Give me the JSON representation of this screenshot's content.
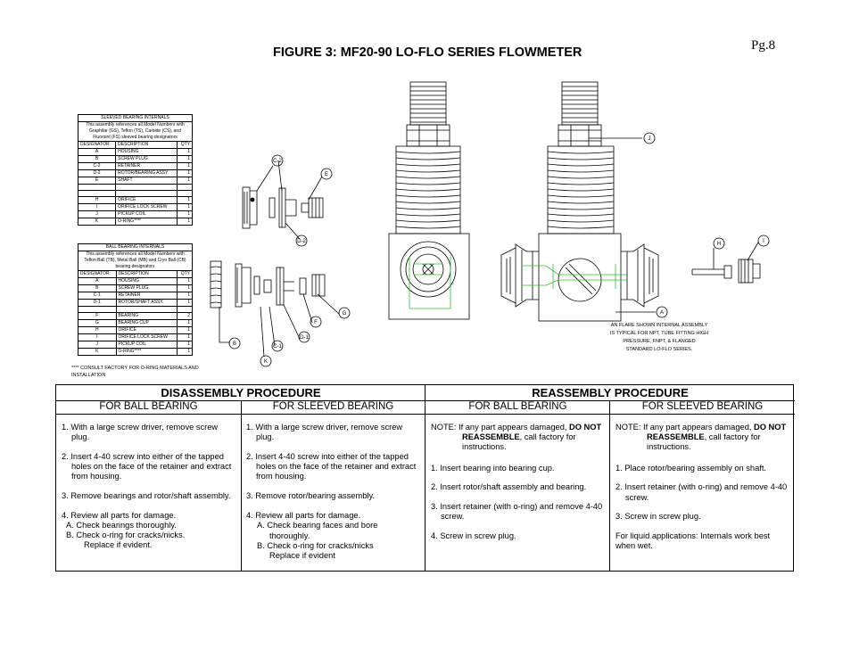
{
  "header": {
    "title": "FIGURE 3: MF20-90 LO-FLO SERIES FLOWMETER",
    "page_number": "Pg.8"
  },
  "sleeved_table": {
    "title": "SLEEVED BEARING INTERNALS",
    "note": "This assembly references all Model Numbers with Graphitar (GS), Teflon (TS), Carbide (CS), and Fluoroint (FS) sleeved bearing designators",
    "columns": [
      "DESIGNATOR",
      "DESCRIPTION",
      "QTY"
    ],
    "rows": [
      [
        "A",
        "HOUSING",
        "1"
      ],
      [
        "B",
        "SCREW PLUG",
        "1"
      ],
      [
        "C-2",
        "RETAINER",
        "1"
      ],
      [
        "D-2",
        "ROTOR/BEARING ASSY",
        "1"
      ],
      [
        "E",
        "SHAFT",
        "1"
      ],
      [
        "",
        "",
        ""
      ],
      [
        "",
        "",
        ""
      ],
      [
        "H",
        "ORIFICE",
        "1"
      ],
      [
        "I",
        "ORIFICE LOCK SCREW",
        "1"
      ],
      [
        "J",
        "PICKUP COIL",
        "1"
      ],
      [
        "K",
        "O-RING****",
        "1"
      ]
    ]
  },
  "ball_table": {
    "title": "BALL BEARING INTERNALS",
    "note": "This assembly references all Model Numbers with Teflon Ball (TB), Metal Ball (MB) and Cryo Ball (CB) bearing designators",
    "columns": [
      "DESIGNATOR",
      "DESCRIPTION",
      "QTY"
    ],
    "rows": [
      [
        "A",
        "HOUSING",
        "1"
      ],
      [
        "B",
        "SCREW PLUG",
        "1"
      ],
      [
        "C-1",
        "RETAINER",
        "1"
      ],
      [
        "D-1",
        "ROTOR/SHAFT ASSY.",
        "1"
      ],
      [
        "",
        "",
        ""
      ],
      [
        "F",
        "BEARING",
        "2"
      ],
      [
        "G",
        "BEARING CUP",
        "1"
      ],
      [
        "H",
        "ORIFICE",
        "1"
      ],
      [
        "I",
        "ORIFICE LOCK SCREW",
        "1"
      ],
      [
        "J",
        "PICKUP COIL",
        "1"
      ],
      [
        "K",
        "O-RING****",
        "1"
      ]
    ]
  },
  "consult_note": "**** CONSULT FACTORY FOR O-RING MATERIALS AND INSTALLATION",
  "callouts": {
    "c2": "C-2",
    "e": "E",
    "d2": "D-2",
    "f": "F",
    "g": "G",
    "d1": "D-1",
    "b": "B",
    "c1": "C-1",
    "k": "K",
    "j": "J",
    "a": "A",
    "h": "H",
    "i": "I"
  },
  "an_note": "AN FLARE SHOWN INTERNAL ASSEMBLY IS TYPICAL FOR NPT, TUBE FITTING HIGH PRESSURE, FNPT, & FLANGED STANDARD LO-FLO SERIES.",
  "procedures": {
    "disassembly": {
      "title": "DISASSEMBLY PROCEDURE",
      "ball": {
        "label": "FOR BALL BEARING",
        "s1": "1. With a large screw driver, remove screw plug.",
        "s2": "2. Insert 4-40 screw into either of the tapped holes on the face of the retainer and extract from housing.",
        "s3": "3. Remove bearings and rotor/shaft assembly.",
        "s4": "4. Review all parts for damage.",
        "s4a": "A. Check bearings thoroughly.",
        "s4b": "B. Check o-ring for cracks/nicks.",
        "s4c": "Replace if evident."
      },
      "sleeved": {
        "label": "FOR SLEEVED BEARING",
        "s1": "1. With a large screw driver, remove screw plug.",
        "s2": "2. Insert 4-40 screw into either of the tapped holes on the face of the retainer and extract from housing.",
        "s3": "3. Remove rotor/bearing assembly.",
        "s4": "4. Review all parts for damage.",
        "s4a": "A. Check bearing faces and bore thoroughly.",
        "s4b": "B. Check o-ring for cracks/nicks",
        "s4c": "Replace if evident"
      }
    },
    "reassembly": {
      "title": "REASSEMBLY PROCEDURE",
      "ball": {
        "label": "FOR BALL BEARING",
        "note_pre": "NOTE: If any part appears damaged, ",
        "note_bold": "DO NOT REASSEMBLE",
        "note_post": ", call factory for instructions.",
        "s1": "1. Insert bearing into bearing cup.",
        "s2": "2. Insert rotor/shaft assembly and bearing.",
        "s3": "3. Insert retainer (with o-ring) and remove 4-40 screw.",
        "s4": "4. Screw in screw plug."
      },
      "sleeved": {
        "label": "FOR SLEEVED BEARING",
        "note_pre": "NOTE: If any part appears damaged, ",
        "note_bold": "DO NOT REASSEMBLE",
        "note_post": ", call factory for instructions.",
        "s1": "1. Place rotor/bearing assembly on shaft.",
        "s2": "2. Insert retainer (with o-ring) and remove 4-40 screw.",
        "s3": "3. Screw in screw plug.",
        "s4": "For liquid applications: Internals work best when wet."
      }
    }
  }
}
